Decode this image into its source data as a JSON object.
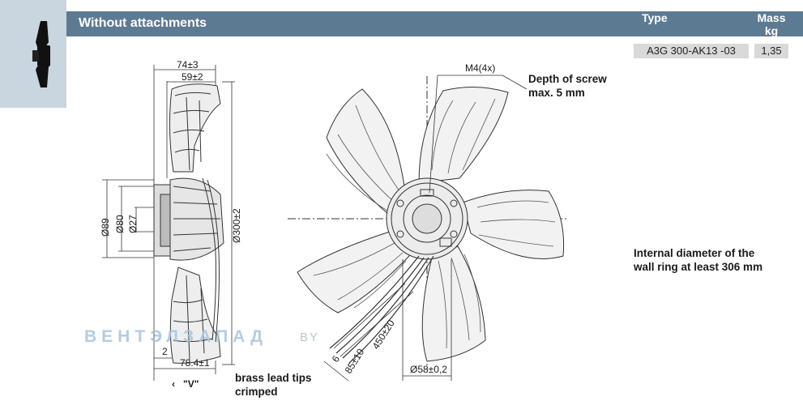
{
  "header": {
    "title": "Without attachments",
    "type_label": "Type",
    "mass_label": "Mass",
    "mass_unit": "kg"
  },
  "product": {
    "type": "A3G 300-AK13 -03",
    "mass": "1,35"
  },
  "notes": {
    "depth_line1": "Depth of screw",
    "depth_line2": "max. 5 mm",
    "ring_line1": "Internal diameter of the",
    "ring_line2": "wall ring at least 306 mm",
    "brass_line1": "brass lead tips",
    "brass_line2": "crimped"
  },
  "dimensions": {
    "d74": "74±3",
    "d59": "59±2",
    "d89": "Ø89",
    "d80": "Ø80",
    "d27": "Ø27",
    "d300": "Ø300±2",
    "d2": "2",
    "d78": "78.4±1",
    "view_v": "\"V\"",
    "screw": "M4(4x)",
    "d6": "6",
    "d85": "85±10",
    "d450": "450±20",
    "d58": "Ø58±0,2"
  },
  "watermark": {
    "text": "ВЕНТЭЛЗАПАД",
    "suffix": "BY"
  },
  "colors": {
    "header_bar": "#5d7a93",
    "thumb_bg": "#c9d5df",
    "cell_bg": "#d9d9d9"
  }
}
